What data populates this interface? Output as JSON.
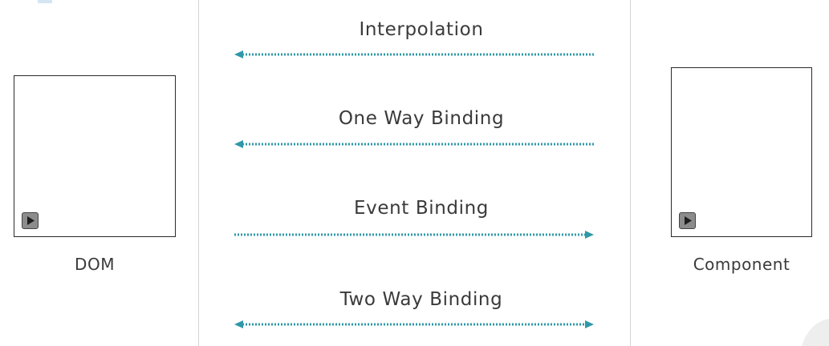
{
  "colors": {
    "arrow": "#2e98a8",
    "text": "#3a3a3a",
    "divider": "#d4d4d4"
  },
  "dom": {
    "label": "DOM",
    "play_icon": "play-icon"
  },
  "component": {
    "label": "Component",
    "play_icon": "play-icon"
  },
  "bindings": [
    {
      "label": "Interpolation",
      "direction": "component-to-dom"
    },
    {
      "label": "One Way Binding",
      "direction": "component-to-dom"
    },
    {
      "label": "Event Binding",
      "direction": "dom-to-component"
    },
    {
      "label": "Two Way Binding",
      "direction": "both"
    }
  ]
}
